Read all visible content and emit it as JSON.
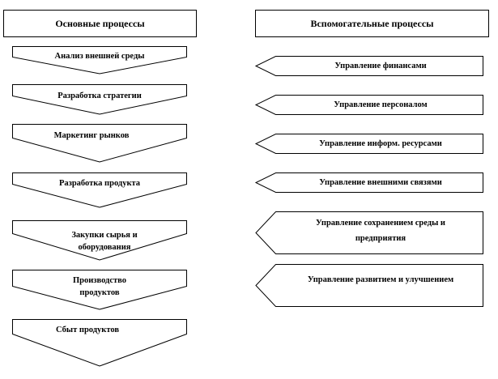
{
  "left": {
    "header": "Основные процессы",
    "items": [
      "Анализ внешней среды",
      "Разработка стратегии",
      "Маркетинг рынков",
      "Разработка продукта",
      "Закупки сырья и оборудования",
      "Производство продуктов",
      "Сбыт продуктов"
    ]
  },
  "right": {
    "header": "Вспомогательные процессы",
    "items": [
      "Управление финансами",
      "Управление персоналом",
      "Управление информ. ресурсами",
      "Управление внешними связями",
      "Управление сохранением среды и предприятия",
      "Управление развитием и улучшением"
    ]
  }
}
